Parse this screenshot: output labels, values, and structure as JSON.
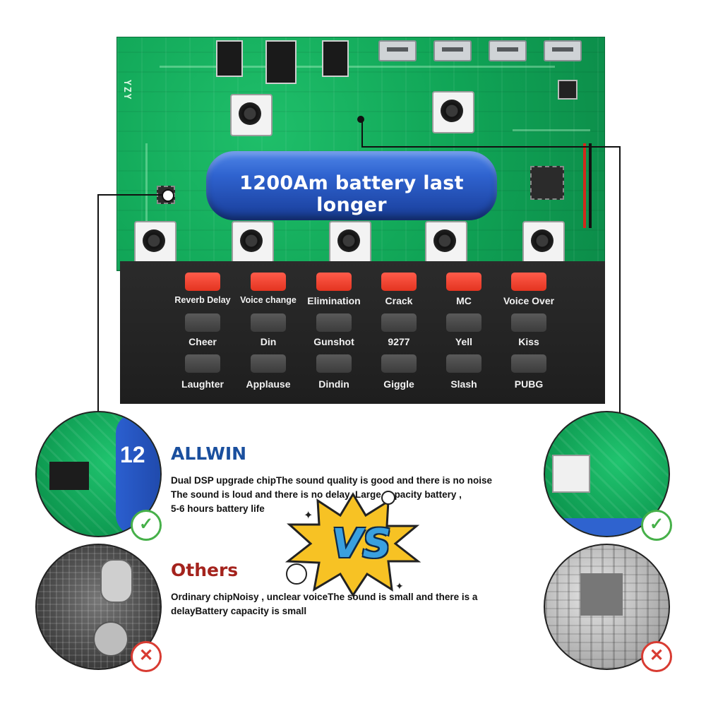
{
  "board": {
    "silkscreen": "YZY",
    "battery_label": "1200Am battery last longer"
  },
  "panel": {
    "rows": [
      [
        "Reverb Delay",
        "Voice change",
        "Elimination",
        "Crack",
        "MC",
        "Voice Over"
      ],
      [
        "Cheer",
        "Din",
        "Gunshot",
        "9277",
        "Yell",
        "Kiss"
      ],
      [
        "Laughter",
        "Applause",
        "Dindin",
        "Giggle",
        "Slash",
        "PUBG"
      ]
    ]
  },
  "zoom": {
    "battery_fragment": "12"
  },
  "allwin": {
    "title": "ALLWIN",
    "lines": [
      "Dual DSP upgrade chipThe sound quality is good and there is no noise",
      "The sound is loud and there is no delay ,Large capacity battery ,",
      "5-6 hours battery life"
    ],
    "badge_icon": "check-icon"
  },
  "vs": {
    "text": "VS"
  },
  "others": {
    "title": "Others",
    "lines": [
      "Ordinary chipNoisy , unclear voiceThe sound is small and there is a",
      "delayBattery capacity is small"
    ],
    "badge_icon": "cross-icon"
  },
  "colors": {
    "pcb_green": "#10a456",
    "battery_blue": "#2f63cf",
    "red_button": "#e33420",
    "allwin_blue": "#1a4f9e",
    "others_red": "#a4231d",
    "check_green": "#46b049",
    "cross_red": "#d83b32"
  }
}
